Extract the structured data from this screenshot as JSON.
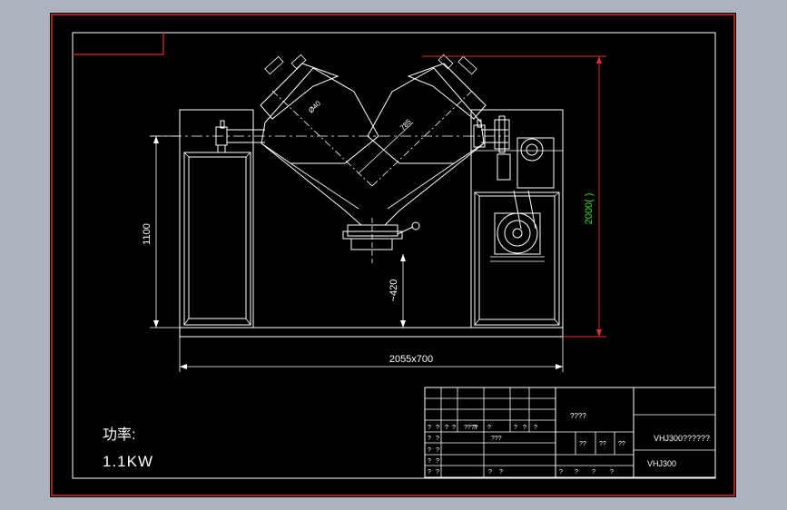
{
  "colors": {
    "outer_bg": "#abb3bf",
    "canvas_bg": "#000000",
    "frame": "#d9302b",
    "lines": "#ffffff",
    "dimension": "#d9302b",
    "green_text": "#35e12a"
  },
  "drawing": {
    "dims": {
      "height_total": "1100",
      "height_outlet": "~420",
      "width_total": "2055x700",
      "height_max": "2000(  )",
      "diam_left": "Ø40",
      "diam_right": "785"
    },
    "notes": {
      "power_label": "功率:",
      "power_value": "1.1KW"
    }
  },
  "title_block": {
    "cells": {
      "c1": "????",
      "r1": [
        "?",
        "?",
        "?",
        "?",
        "????",
        "?",
        "?",
        "?",
        "?",
        "?"
      ],
      "r2a": "???",
      "r2b": [
        "??",
        "??",
        "??"
      ],
      "r3": [
        "?",
        "?",
        "?",
        "?"
      ],
      "r4": [
        "?",
        "?",
        "?",
        "?"
      ],
      "bottom": [
        "?",
        "?",
        "?",
        "?",
        "?",
        "?"
      ],
      "name": "VHJ300??????",
      "model": "VHJ300"
    }
  }
}
